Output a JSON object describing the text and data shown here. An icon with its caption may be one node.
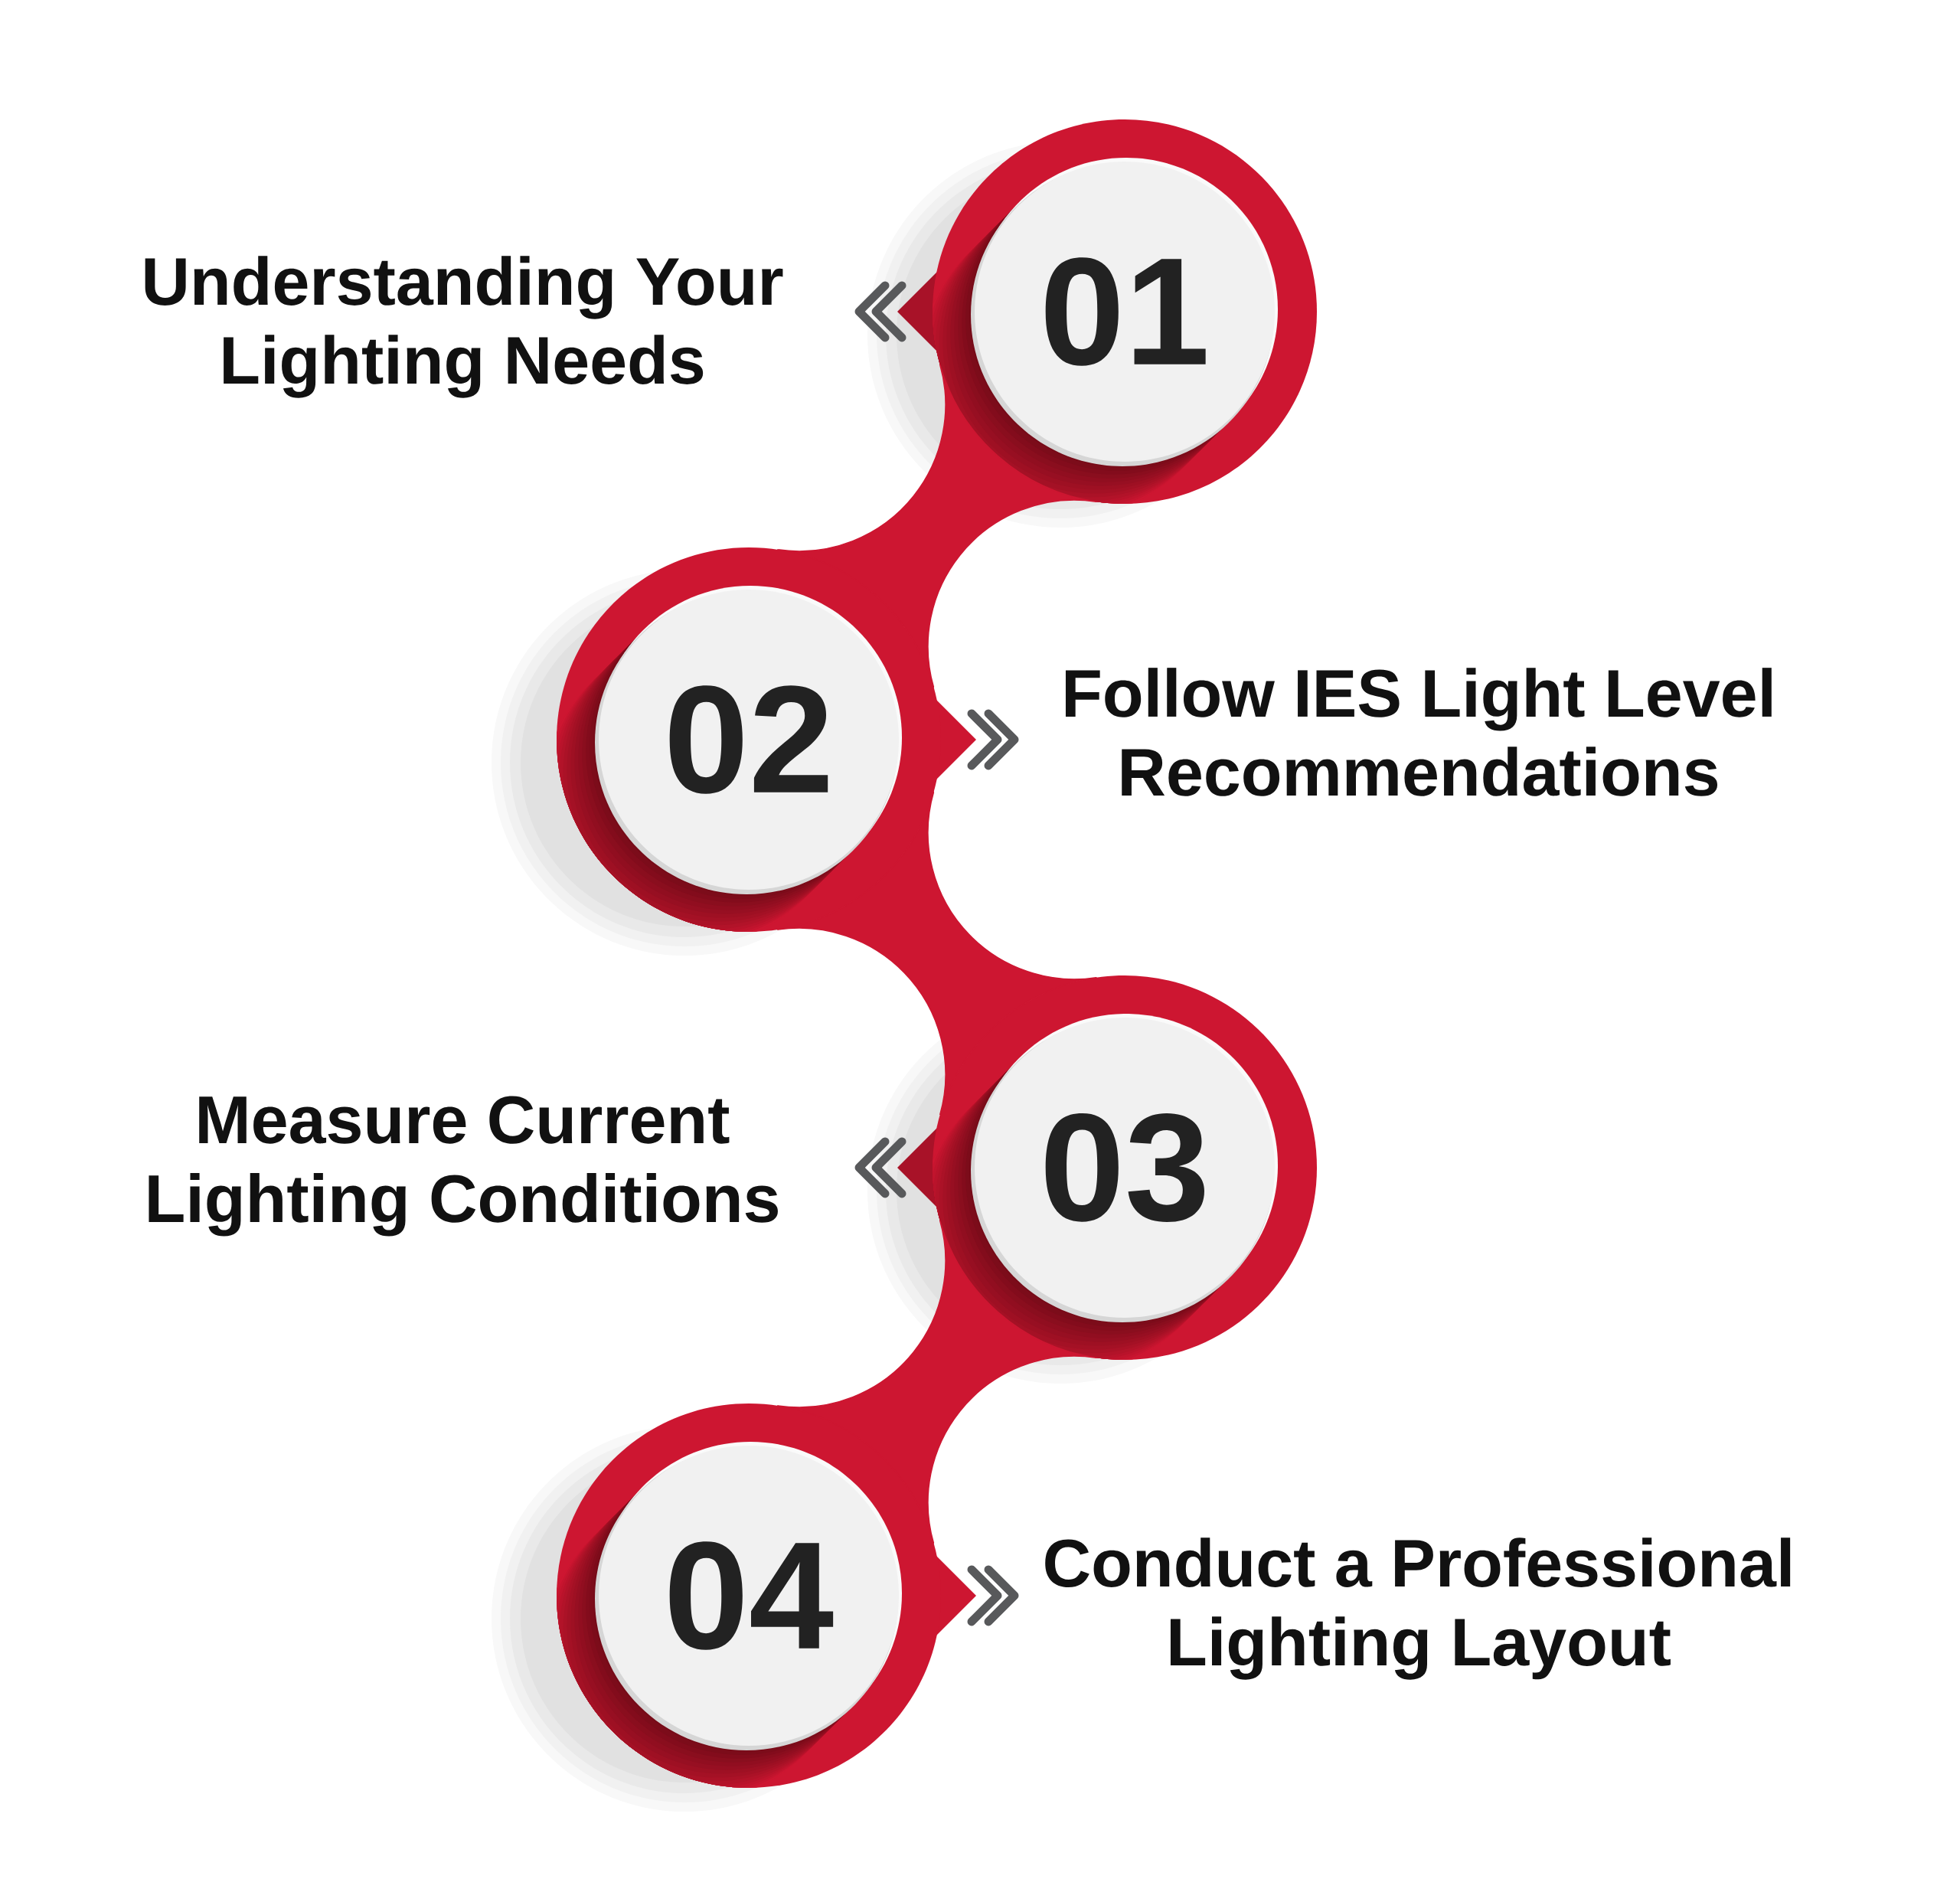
{
  "diagram": {
    "nodes": [
      {
        "text": [
          "Understanding Your Lighting Needs"
        ]
      },
      {
        "text": [
          "01"
        ]
      },
      {
        "text": [
          "02"
        ]
      },
      {
        "text": [
          "Follow IES Light Level Recommendations"
        ]
      },
      {
        "text": [
          "Measure Current Lighting Conditions"
        ]
      },
      {
        "text": [
          "03"
        ]
      },
      {
        "text": [
          "04"
        ]
      },
      {
        "text": [
          "Conduct a Professional Lighting Layout"
        ]
      }
    ],
    "edges": [
      {
        "from": 1,
        "to": 0,
        "arrow": "to"
      },
      {
        "from": 1,
        "to": 2,
        "arrow": "none",
        "style": "thick",
        "color": "#cd1631"
      },
      {
        "from": 2,
        "to": 3,
        "arrow": "to"
      },
      {
        "from": 2,
        "to": 5,
        "arrow": "none",
        "style": "thick",
        "color": "#cd1631"
      },
      {
        "from": 5,
        "to": 4,
        "arrow": "to"
      },
      {
        "from": 5,
        "to": 6,
        "arrow": "none",
        "style": "thick",
        "color": "#cd1631"
      },
      {
        "from": 6,
        "to": 7,
        "arrow": "to"
      }
    ]
  }
}
